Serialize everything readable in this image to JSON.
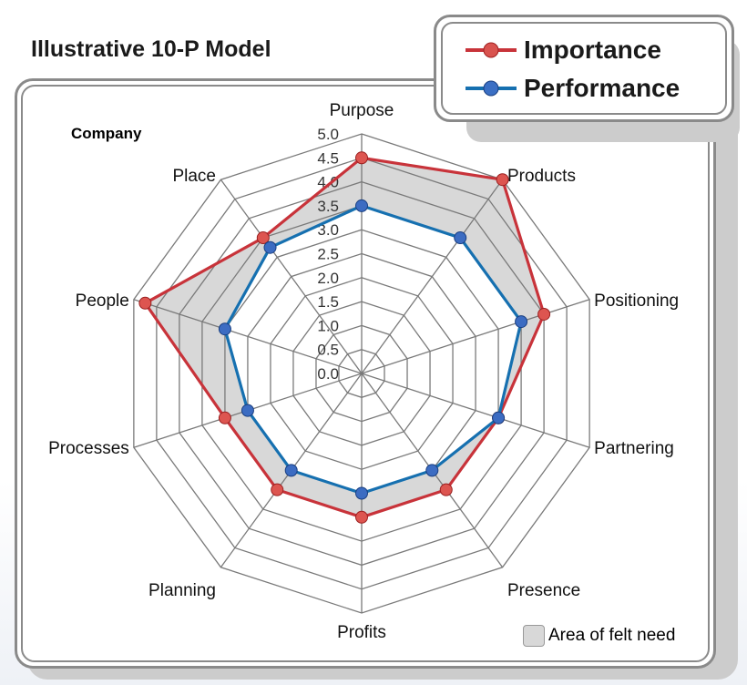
{
  "title": "Illustrative 10-P Model",
  "subtitle": "Company",
  "area_legend": "Area of felt need",
  "colors": {
    "importance": "#c8333a",
    "performance": "#1670b0",
    "felt_need": "#d8d8d8",
    "grid": "#7a7a7a"
  },
  "chart_data": {
    "type": "radar",
    "title": "Illustrative 10-P Model",
    "categories": [
      "Purpose",
      "Products",
      "Positioning",
      "Partnering",
      "Presence",
      "Profits",
      "Planning",
      "Processes",
      "People",
      "Place"
    ],
    "rlim": [
      0,
      5
    ],
    "ticks": [
      "0.0",
      "0.5",
      "1.0",
      "1.5",
      "2.0",
      "2.5",
      "3.0",
      "3.5",
      "4.0",
      "4.5",
      "5.0"
    ],
    "series": [
      {
        "name": "Importance",
        "values": [
          4.5,
          5.0,
          4.0,
          3.0,
          3.0,
          3.0,
          3.0,
          3.0,
          4.75,
          3.5
        ]
      },
      {
        "name": "Performance",
        "values": [
          3.5,
          3.5,
          3.5,
          3.0,
          2.5,
          2.5,
          2.5,
          2.5,
          3.0,
          3.25
        ]
      }
    ],
    "legend": "top-right",
    "grid": true
  }
}
